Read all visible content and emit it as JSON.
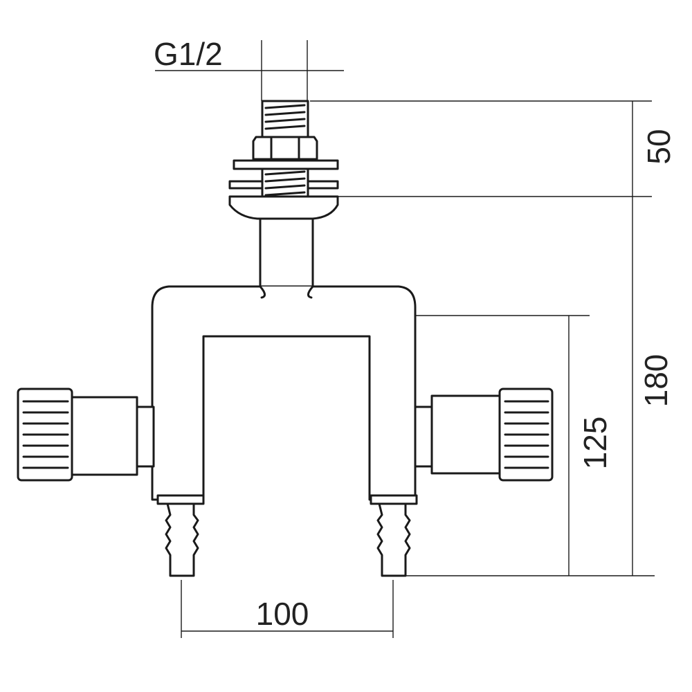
{
  "labels": {
    "thread": "G1/2",
    "thread_length": "50",
    "total_height": "180",
    "outlet_height": "125",
    "outlet_spacing": "100"
  }
}
